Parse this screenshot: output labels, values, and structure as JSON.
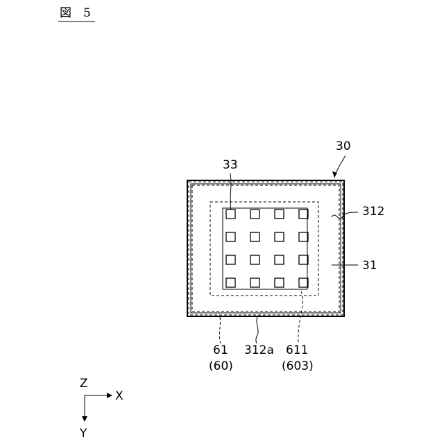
{
  "figure": {
    "title": "図　5"
  },
  "labels": {
    "l30": "30",
    "l33": "33",
    "l312": "312",
    "l31": "31",
    "l61": "61",
    "l60": "(60)",
    "l312a": "312a",
    "l611": "611",
    "l603": "(603)"
  },
  "axes": {
    "z": "Z",
    "x": "X",
    "y": "Y"
  },
  "grid": {
    "rows": 4,
    "cols": 4
  }
}
